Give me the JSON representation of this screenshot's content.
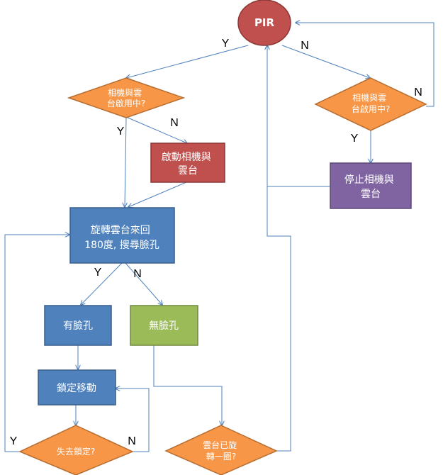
{
  "colors": {
    "red": "#c0504d",
    "orange": "#f79646",
    "blue": "#4f81bd",
    "green": "#9bbb59",
    "purple": "#8064a2",
    "edge": "#4f81bd"
  },
  "nodes": {
    "pir": "PIR",
    "decision_left": [
      "相機與雲",
      "台啟用中?"
    ],
    "decision_right": [
      "相機與雲",
      "台啟用中?"
    ],
    "start_camera": [
      "啟動相機與",
      "雲台"
    ],
    "stop_camera": [
      "停止相機與",
      "雲台"
    ],
    "rotate_search": [
      "旋轉雲台來回",
      "180度, 搜尋臉孔"
    ],
    "face_found": "有臉孔",
    "no_face": "無臉孔",
    "lock_move": "鎖定移動",
    "lost_lock": "失去鎖定?",
    "full_rotation": [
      "雲台已旋",
      "轉一圈?"
    ]
  },
  "edge_labels": {
    "pir_y": "Y",
    "pir_n": "N",
    "left_y": "Y",
    "left_n": "N",
    "right_n": "N",
    "right_y": "Y",
    "rotate_y": "Y",
    "rotate_n": "N",
    "lost_y": "Y",
    "lost_n": "N"
  }
}
